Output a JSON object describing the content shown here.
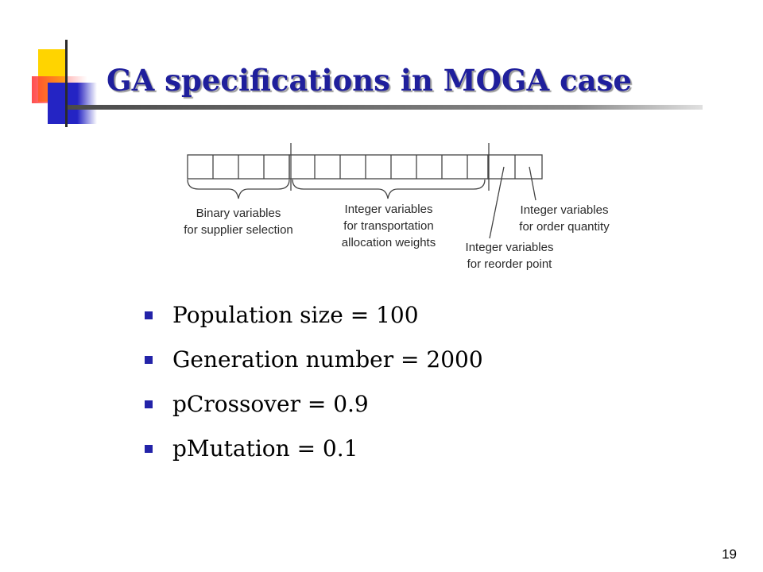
{
  "slide": {
    "title": "GA specifications in MOGA case",
    "page_number": "19",
    "colors": {
      "title": "#1f1f9c",
      "bullet": "#2323a8",
      "deco_yellow": "#ffd400",
      "deco_red": "#ff4848",
      "deco_blue": "#2a2ac8",
      "deco_line": "#505050"
    }
  },
  "diagram": {
    "labels": {
      "binary": [
        "Binary variables",
        "for supplier selection"
      ],
      "transport": [
        "Integer variables",
        "for transportation",
        "allocation weights"
      ],
      "reorder": [
        "Integer variables",
        "for reorder point"
      ],
      "order": [
        "Integer variables",
        "for order quantity"
      ]
    }
  },
  "bullets": [
    "Population size = 100",
    "Generation number = 2000",
    "pCrossover = 0.9",
    "pMutation = 0.1"
  ]
}
